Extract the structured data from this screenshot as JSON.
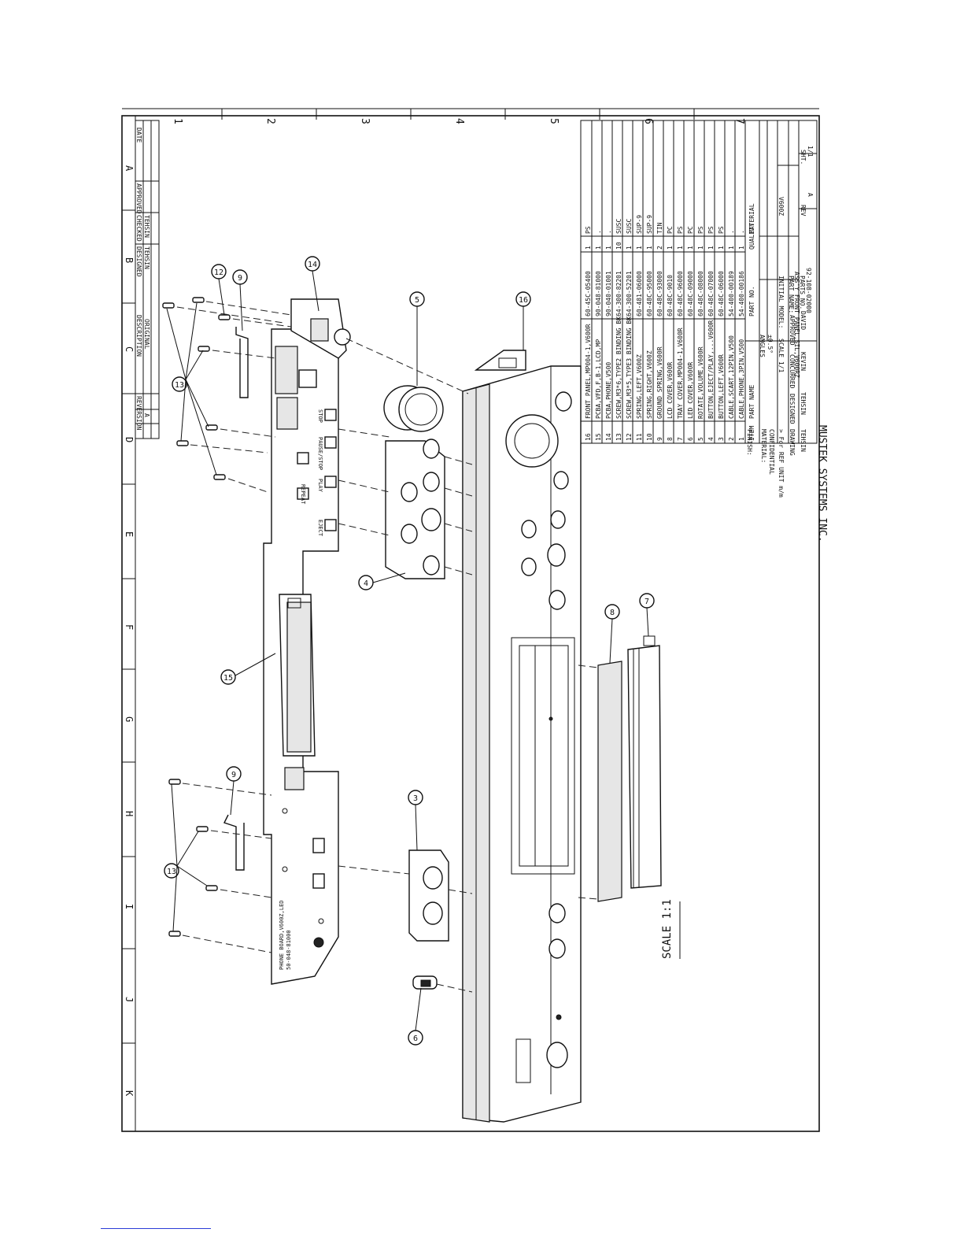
{
  "zones_top": [
    "1",
    "2",
    "3",
    "4",
    "5",
    "6",
    "7"
  ],
  "zones_left": [
    "A",
    "B",
    "C",
    "D",
    "E",
    "F",
    "G",
    "H",
    "I",
    "J",
    "K"
  ],
  "revision": {
    "rev_header": "REVERSION",
    "desc_header": "DESCRIPTION",
    "designed_header": "DESIGNED",
    "designed_value": "TEHSIN",
    "checked_header": "CHECKED",
    "checked_value": "TEHSIN",
    "approved_header": "APPROVED",
    "date_header": "DATE",
    "rev_a": "A",
    "original": "ORIGINAL"
  },
  "parts": [
    {
      "item": "16",
      "name": "FRONT PANEL,MP004-1,V600R",
      "part_no": "60-45C-05400",
      "qty": "1",
      "mat": "PS"
    },
    {
      "item": "15",
      "name": "PCBA,VFD,F,B-1,LCD,MP",
      "part_no": "90-048-81000",
      "qty": "1",
      "mat": "."
    },
    {
      "item": "14",
      "name": "PCBA,PHONE,V500",
      "part_no": "90-040-01001",
      "qty": "1",
      "mat": "."
    },
    {
      "item": "13",
      "name": "SCREW,M3*6,TYPE2 BINDING BK",
      "part_no": "64-300-82201",
      "qty": "10",
      "mat": "SUSC"
    },
    {
      "item": "12",
      "name": "SCREW,M3*5,TYPE3 BINDING BK",
      "part_no": "64-300-52201",
      "qty": "1",
      "mat": "SUSC"
    },
    {
      "item": "11",
      "name": "SPRING,LEFT,V600Z",
      "part_no": "60-481-06000",
      "qty": "1",
      "mat": "SUP-9"
    },
    {
      "item": "10",
      "name": "SPRING,RIGHT,V600Z",
      "part_no": "60-48C-95000",
      "qty": "1",
      "mat": "SUP-9"
    },
    {
      "item": "9",
      "name": "GROUND SPRING,V600R",
      "part_no": "60-48C-93000",
      "qty": "2",
      "mat": "TIN"
    },
    {
      "item": "8",
      "name": "LCD COVER,V600R",
      "part_no": "60-48C-9010",
      "qty": "1",
      "mat": "PC"
    },
    {
      "item": "7",
      "name": "TRAY COVER,MP004-1,V600R",
      "part_no": "60-48C-96000",
      "qty": "1",
      "mat": "PS"
    },
    {
      "item": "6",
      "name": "LED COVER,V600R",
      "part_no": "60-48C-09000",
      "qty": "1",
      "mat": "PC"
    },
    {
      "item": "5",
      "name": "ROTATE,VOLUME,V600R",
      "part_no": "60-48C-08000",
      "qty": "1",
      "mat": "PS"
    },
    {
      "item": "4",
      "name": "BUTTON,EJECT/PLAY,...V600R",
      "part_no": "60-48C-07000",
      "qty": "1",
      "mat": "PS"
    },
    {
      "item": "3",
      "name": "BUTTON,LEFT,V600R",
      "part_no": "60-48C-06000",
      "qty": "1",
      "mat": "PS"
    },
    {
      "item": "2",
      "name": "CABLE,SCART,12PIN,V500",
      "part_no": "54-400-00189",
      "qty": "1",
      "mat": "."
    },
    {
      "item": "1",
      "name": "CABLE,PHONE,3PIN,V500",
      "part_no": "54-400-00186",
      "qty": "1",
      "mat": "."
    }
  ],
  "parts_header": {
    "item": "ITEM",
    "name": "PART NAME",
    "part_no": "PART NO.",
    "qty": "QUALITY",
    "mat": "MATERIAL"
  },
  "title_block": {
    "finish": "FINISH:",
    "material": "MATERIAL:",
    "confidential": "CONFIDENTIAL",
    "angles": "ANGLES",
    "angles_tol": "±0.5°",
    "initial_model_label": "INITIAL MODEL:",
    "initial_model": "V600Z",
    "part_name_label": "PART NAME:",
    "part_name": "ASS'Y FRONT PANEL,SIL,V600RZ",
    "parts_no_label": "PARTS NO.",
    "parts_no": "92-108-02000",
    "rev_label": "REV",
    "rev": "A",
    "sht_label": "SHT.",
    "sht": "1/1",
    "ref_note": "> For REF UNIT m/m",
    "scale": "SCALE 1/1",
    "drawing_label": "DRAWING",
    "designed_label": "DESIGNED",
    "concurred_label": "CONCURRED",
    "approved_label": "APPROVED",
    "drawing": "TEHSIN",
    "designed": "TEHSIN",
    "concurred": "KEVIN",
    "approved": "DAVID",
    "company": "MUSTEK SYSTEMS INC."
  },
  "scale_note": "SCALE 1:1",
  "balloons": {
    "b12": "12",
    "b9a": "9",
    "b14": "14",
    "b13a": "13",
    "b5": "5",
    "b16": "16",
    "b4": "4",
    "b15": "15",
    "b8": "8",
    "b7": "7",
    "b9b": "9",
    "b13b": "13",
    "b3": "3",
    "b6": "6"
  },
  "pcb_labels": {
    "eject": "EJECT",
    "play": "PLAY",
    "pause": "PAUSE/STOP",
    "stop": "STOP",
    "repeat": "REPEAT",
    "board1": "PHONE BOARD,V600Z,LED",
    "board2": "50-048-81000"
  }
}
